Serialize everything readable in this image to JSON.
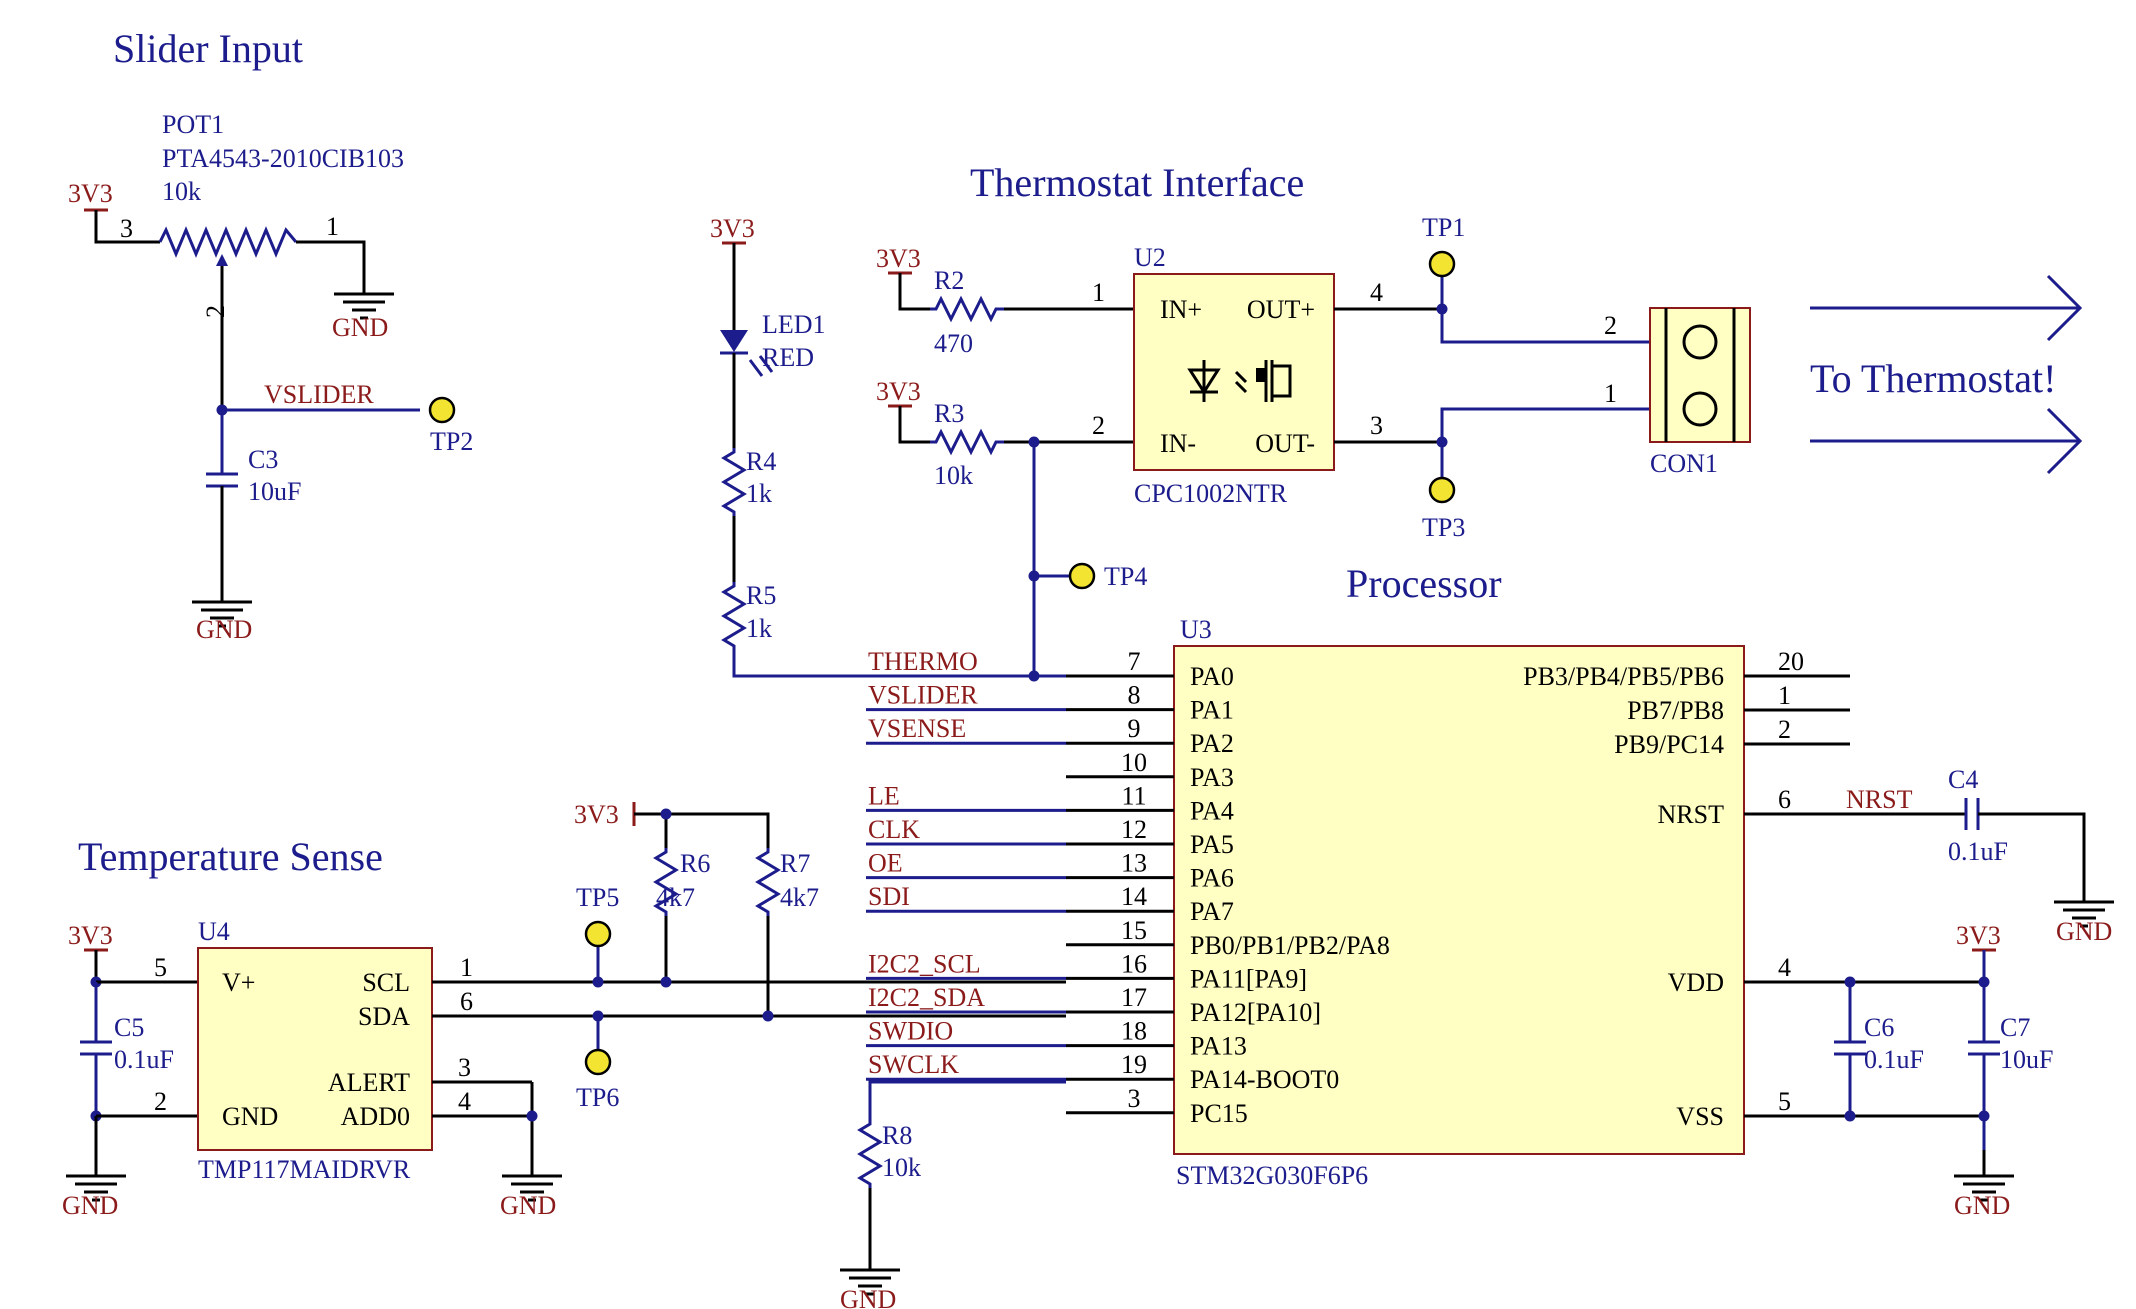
{
  "headings": {
    "slider": "Slider Input",
    "thermostat": "Thermostat Interface",
    "processor": "Processor",
    "temperature": "Temperature Sense",
    "to_thermostat": "To Thermostat!"
  },
  "power": {
    "v33": "3V3",
    "gnd": "GND"
  },
  "pot1": {
    "ref": "POT1",
    "part": "PTA4543-2010CIB103",
    "value": "10k",
    "pins": [
      "3",
      "1",
      "2"
    ]
  },
  "c3": {
    "ref": "C3",
    "value": "10uF"
  },
  "vslider": "VSLIDER",
  "led1": {
    "ref": "LED1",
    "color": "RED"
  },
  "r2": {
    "ref": "R2",
    "value": "470"
  },
  "r3": {
    "ref": "R3",
    "value": "10k"
  },
  "r4": {
    "ref": "R4",
    "value": "1k"
  },
  "r5": {
    "ref": "R5",
    "value": "1k"
  },
  "r6": {
    "ref": "R6",
    "value": "4k7"
  },
  "r7": {
    "ref": "R7",
    "value": "4k7"
  },
  "r8": {
    "ref": "R8",
    "value": "10k"
  },
  "u2": {
    "ref": "U2",
    "part": "CPC1002NTR",
    "pins": {
      "in_plus": "IN+",
      "in_minus": "IN-",
      "out_plus": "OUT+",
      "out_minus": "OUT-"
    },
    "pin_numbers": [
      "1",
      "2",
      "4",
      "3"
    ]
  },
  "con1": {
    "ref": "CON1",
    "pins": [
      "2",
      "1"
    ]
  },
  "testpoints": [
    "TP1",
    "TP2",
    "TP3",
    "TP4",
    "TP5",
    "TP6"
  ],
  "u3": {
    "ref": "U3",
    "part": "STM32G030F6P6",
    "left_pins": [
      {
        "num": "7",
        "name": "PA0",
        "net": "THERMO"
      },
      {
        "num": "8",
        "name": "PA1",
        "net": "VSLIDER"
      },
      {
        "num": "9",
        "name": "PA2",
        "net": "VSENSE"
      },
      {
        "num": "10",
        "name": "PA3",
        "net": ""
      },
      {
        "num": "11",
        "name": "PA4",
        "net": "LE"
      },
      {
        "num": "12",
        "name": "PA5",
        "net": "CLK"
      },
      {
        "num": "13",
        "name": "PA6",
        "net": "OE"
      },
      {
        "num": "14",
        "name": "PA7",
        "net": "SDI"
      },
      {
        "num": "15",
        "name": "PB0/PB1/PB2/PA8",
        "net": ""
      },
      {
        "num": "16",
        "name": "PA11[PA9]",
        "net": "I2C2_SCL"
      },
      {
        "num": "17",
        "name": "PA12[PA10]",
        "net": "I2C2_SDA"
      },
      {
        "num": "18",
        "name": "PA13",
        "net": "SWDIO"
      },
      {
        "num": "19",
        "name": "PA14-BOOT0",
        "net": "SWCLK"
      },
      {
        "num": "3",
        "name": "PC15",
        "net": ""
      }
    ],
    "right_pins": [
      {
        "num": "20",
        "name": "PB3/PB4/PB5/PB6"
      },
      {
        "num": "1",
        "name": "PB7/PB8"
      },
      {
        "num": "2",
        "name": "PB9/PC14"
      },
      {
        "num": "6",
        "name": "NRST"
      },
      {
        "num": "4",
        "name": "VDD"
      },
      {
        "num": "5",
        "name": "VSS"
      }
    ]
  },
  "nrst": "NRST",
  "c4": {
    "ref": "C4",
    "value": "0.1uF"
  },
  "c5": {
    "ref": "C5",
    "value": "0.1uF"
  },
  "c6": {
    "ref": "C6",
    "value": "0.1uF"
  },
  "c7": {
    "ref": "C7",
    "value": "10uF"
  },
  "u4": {
    "ref": "U4",
    "part": "TMP117MAIDRVR",
    "pins": {
      "vplus": "V+",
      "gnd": "GND",
      "scl": "SCL",
      "sda": "SDA",
      "alert": "ALERT",
      "add0": "ADD0"
    },
    "pin_numbers": {
      "vplus": "5",
      "gnd": "2",
      "scl": "1",
      "sda": "6",
      "alert": "3",
      "add0": "4"
    }
  }
}
